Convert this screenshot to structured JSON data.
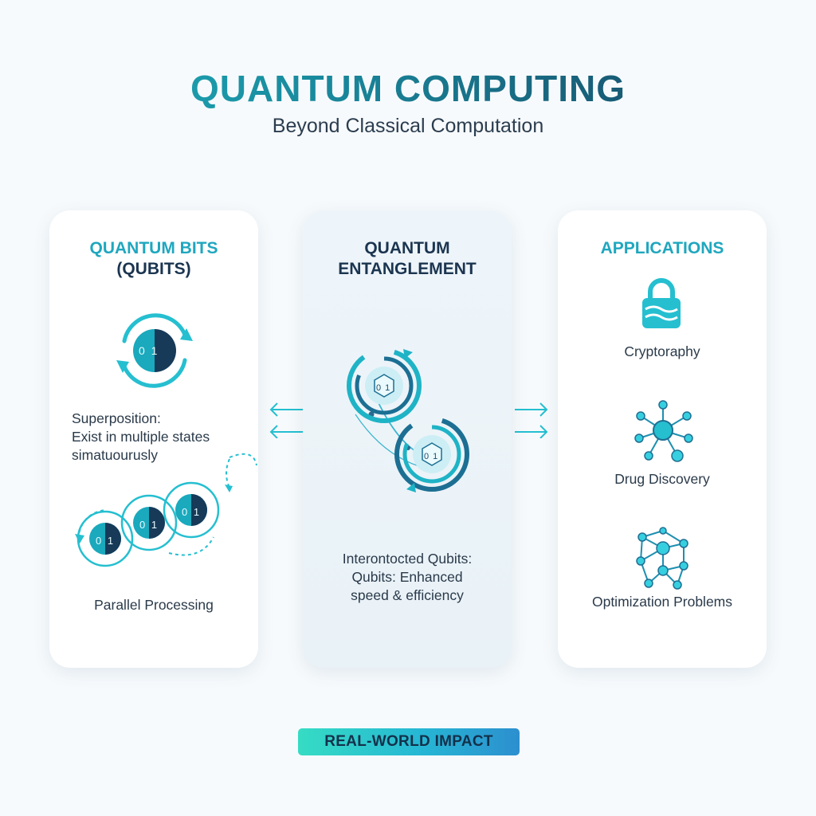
{
  "header": {
    "title": "QUANTUM COMPUTING",
    "subtitle": "Beyond Classical Computation"
  },
  "left_panel": {
    "heading_line1": "QUANTUM BITS",
    "heading_line2": "(QUBITS)",
    "qubit_label": "0 1",
    "superposition_line1": "Superposition:",
    "superposition_line2": "Exist in multiple states",
    "superposition_line3": "simatuourusly",
    "parallel_label": "Parallel Processing",
    "parallel_qubits": [
      "0 1",
      "0 1",
      "0 1"
    ]
  },
  "middle_panel": {
    "heading_line1": "QUANTUM",
    "heading_line2": "ENTANGLEMENT",
    "qubit_a": "0 1",
    "qubit_b": "0 1",
    "caption_line1": "Interontocted Qubits:",
    "caption_line2": "Qubits: Enhanced",
    "caption_line3": "speed & efficiency"
  },
  "right_panel": {
    "heading": "APPLICATIONS",
    "items": [
      {
        "label": "Cryptoraphy",
        "icon": "padlock-icon"
      },
      {
        "label": "Drug Discovery",
        "icon": "molecule-icon"
      },
      {
        "label": "Optimization Problems",
        "icon": "network-icon"
      }
    ]
  },
  "footer": {
    "badge": "REAL-WORLD IMPACT"
  },
  "colors": {
    "teal": "#1fa7bf",
    "navy": "#1b3550",
    "accent_gradient_start": "#36dcc4",
    "accent_gradient_end": "#2c8fcf"
  }
}
